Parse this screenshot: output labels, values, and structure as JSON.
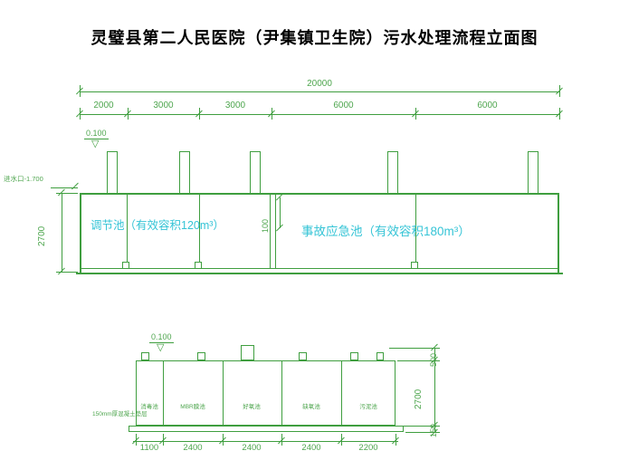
{
  "title": "灵璧县第二人民医院（尹集镇卫生院）污水处理流程立面图",
  "colors": {
    "line_green": "#3f9e3f",
    "text_green": "#4fa64f",
    "label_cyan": "#35c4d6",
    "title_black": "#000000"
  },
  "icons": {
    "elevation_triangle": "▽"
  },
  "upper": {
    "total_dim": "20000",
    "segment_dims": [
      "2000",
      "3000",
      "3000",
      "6000",
      "6000"
    ],
    "elevation": "0.100",
    "inlet_label": "进水口-1.700",
    "left_height_dim": "2700",
    "gap_dim": "100",
    "tank1_label": "调节池（有效容积120m³）",
    "tank2_label": "事故应急池（有效容积180m³）"
  },
  "lower": {
    "elevation": "0.100",
    "tank_labels": [
      "消毒池",
      "MBR膜池",
      "好氧池",
      "缺氧池",
      "污泥池"
    ],
    "bottom_dims": [
      "1100",
      "2400",
      "2400",
      "2400",
      "2200"
    ],
    "right_dims": [
      "500",
      "2700",
      "150"
    ],
    "base_note": "150mm厚混凝土垫层"
  }
}
